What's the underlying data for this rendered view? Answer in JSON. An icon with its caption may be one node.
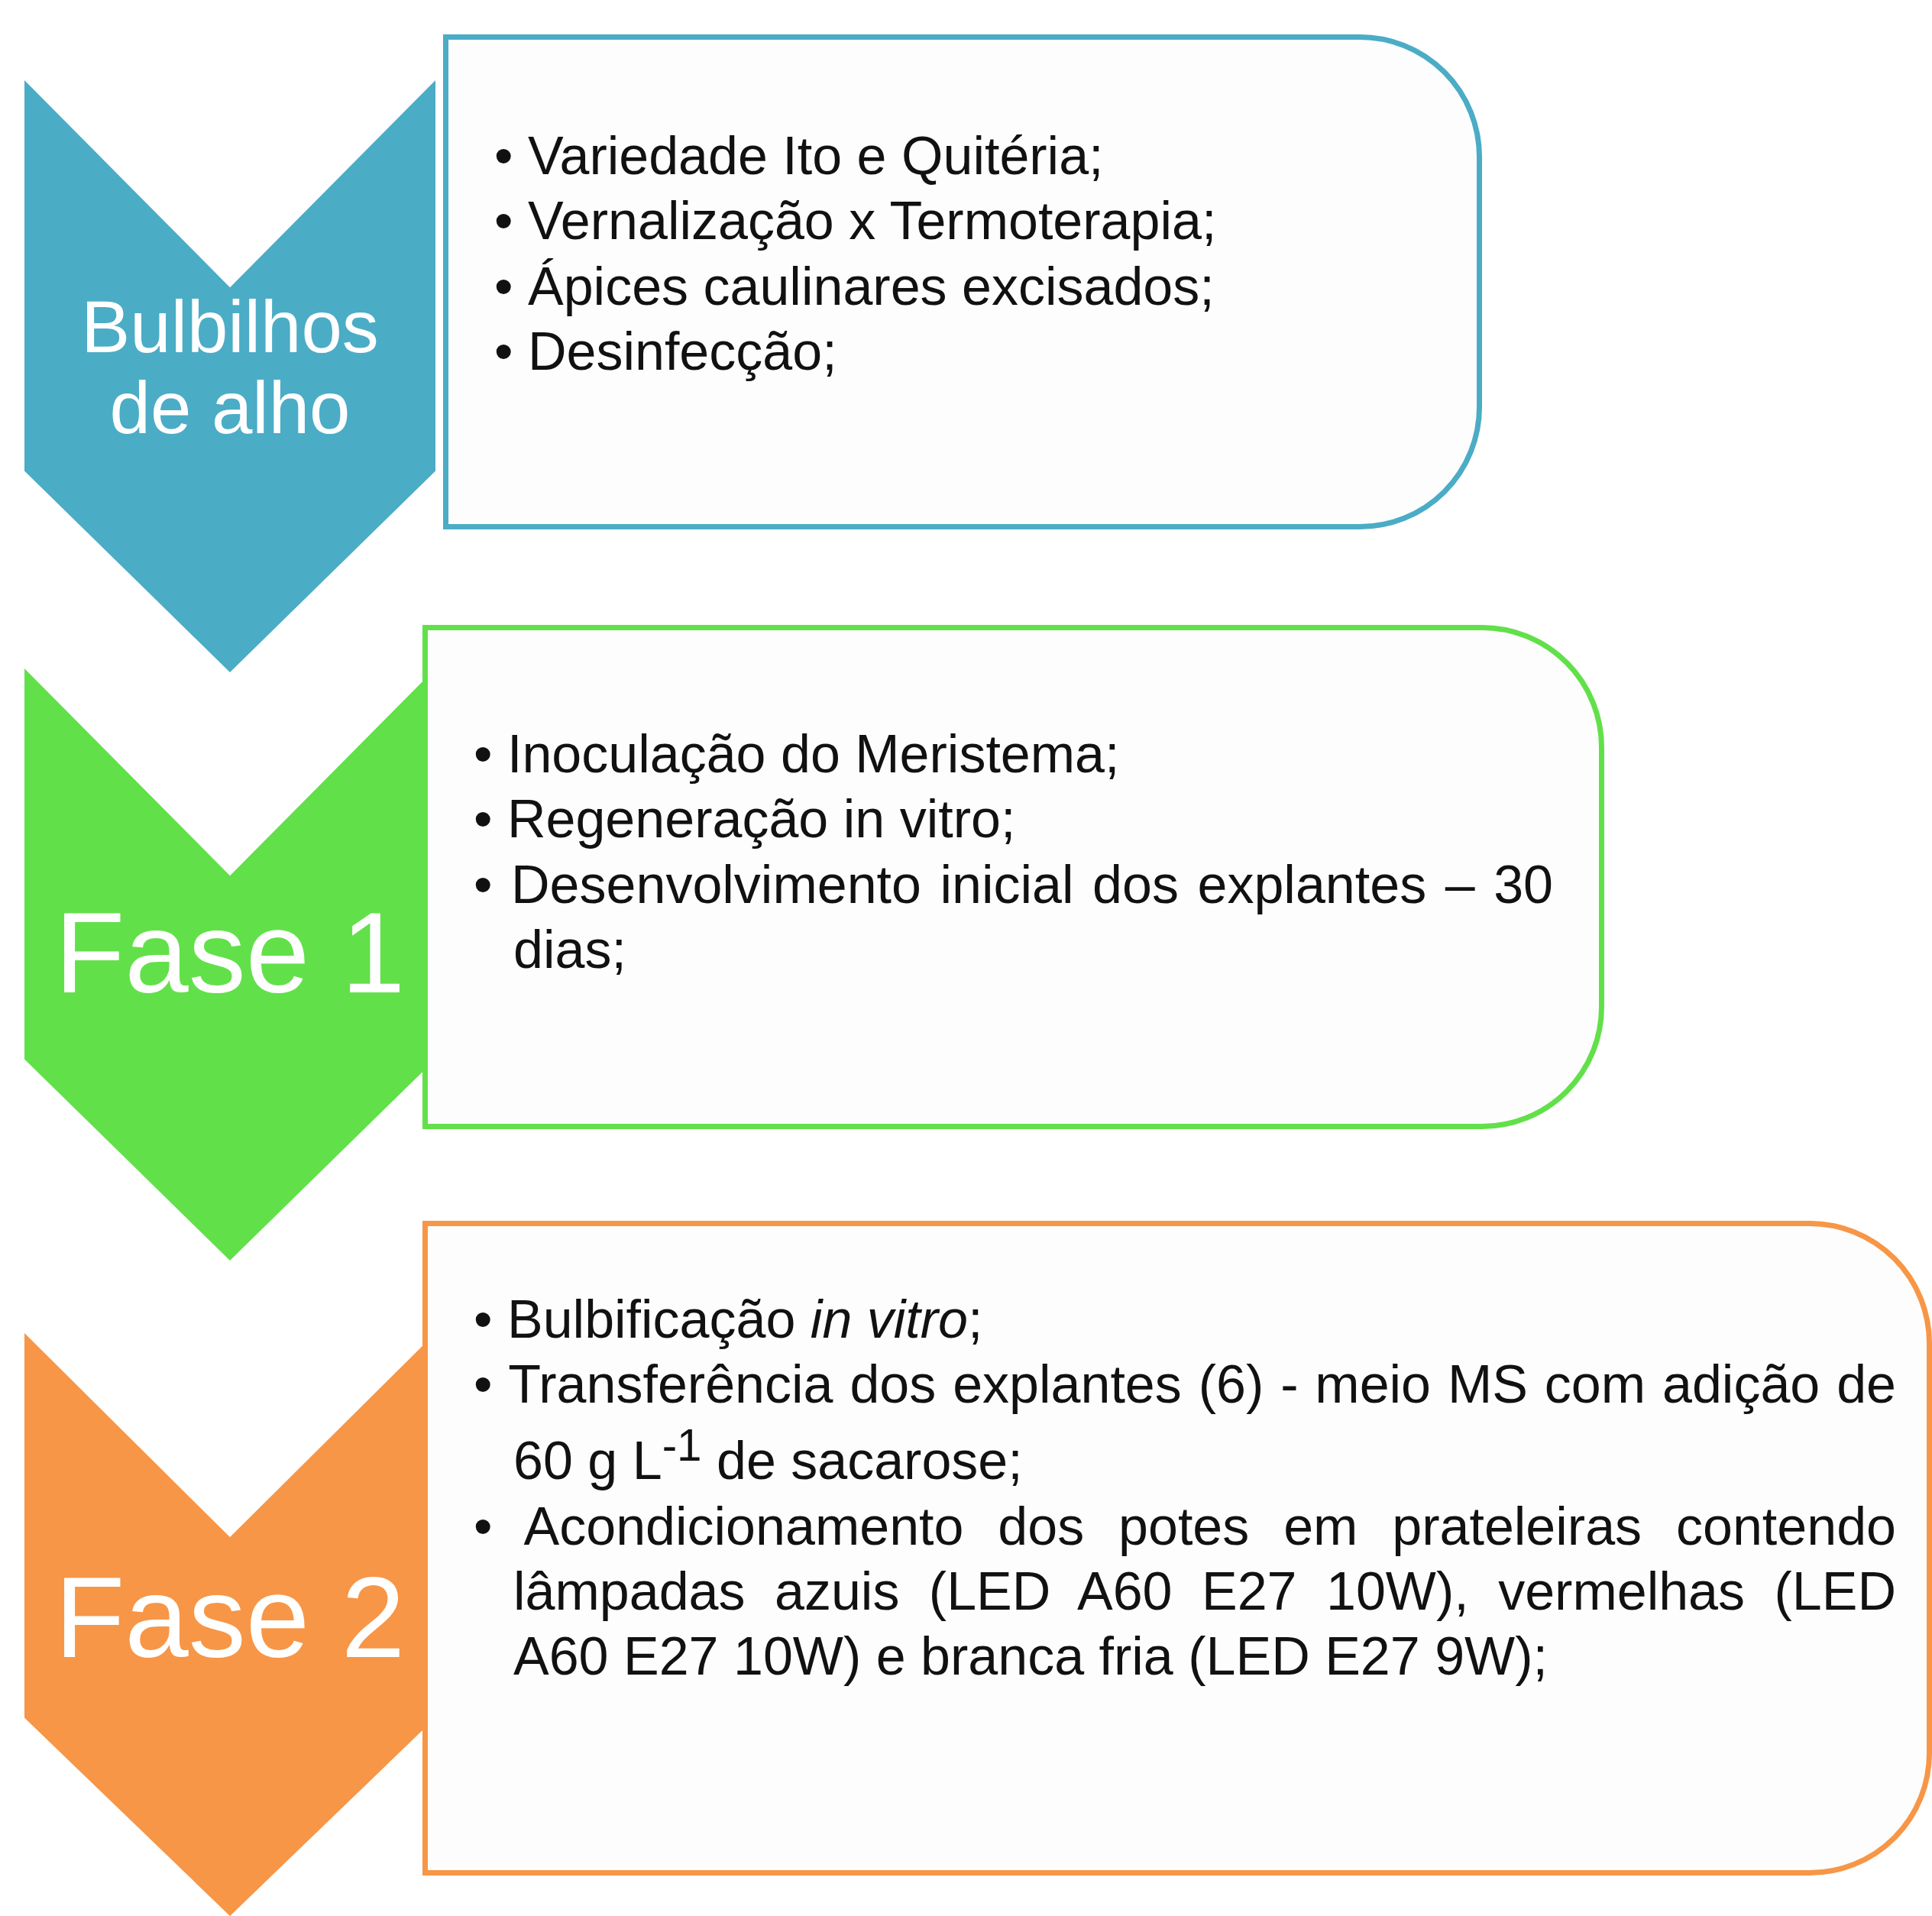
{
  "diagram": {
    "nodes": [
      {
        "text": [
          "Bulbilhos de alho"
        ]
      },
      {
        "text": [
          "• Variedade Ito e Quitéria;",
          "• Vernalização x Termoterapia;",
          "• Ápices caulinares excisados;",
          "• Desinfecção;"
        ]
      },
      {
        "text": [
          "Fase 1"
        ]
      },
      {
        "text": [
          "• Inoculação do Meristema;",
          "• Regeneração in vitro;",
          "• Desenvolvimento inicial dos explantes – 30 dias;"
        ]
      },
      {
        "text": [
          "Fase 2"
        ]
      },
      {
        "text": [
          "• Bulbificação *in vitro*;",
          "• Transferência dos explantes (6) - meio MS com adição de 60 g L$^{-1}$ de sacarose;",
          "• Acondicionamento dos potes em prateleiras contendo lâmpadas azuis (LED A60 E27 10W), vermelhas (LED A60 E27 10W) e branca fria (LED E27 9W);"
        ]
      }
    ]
  }
}
